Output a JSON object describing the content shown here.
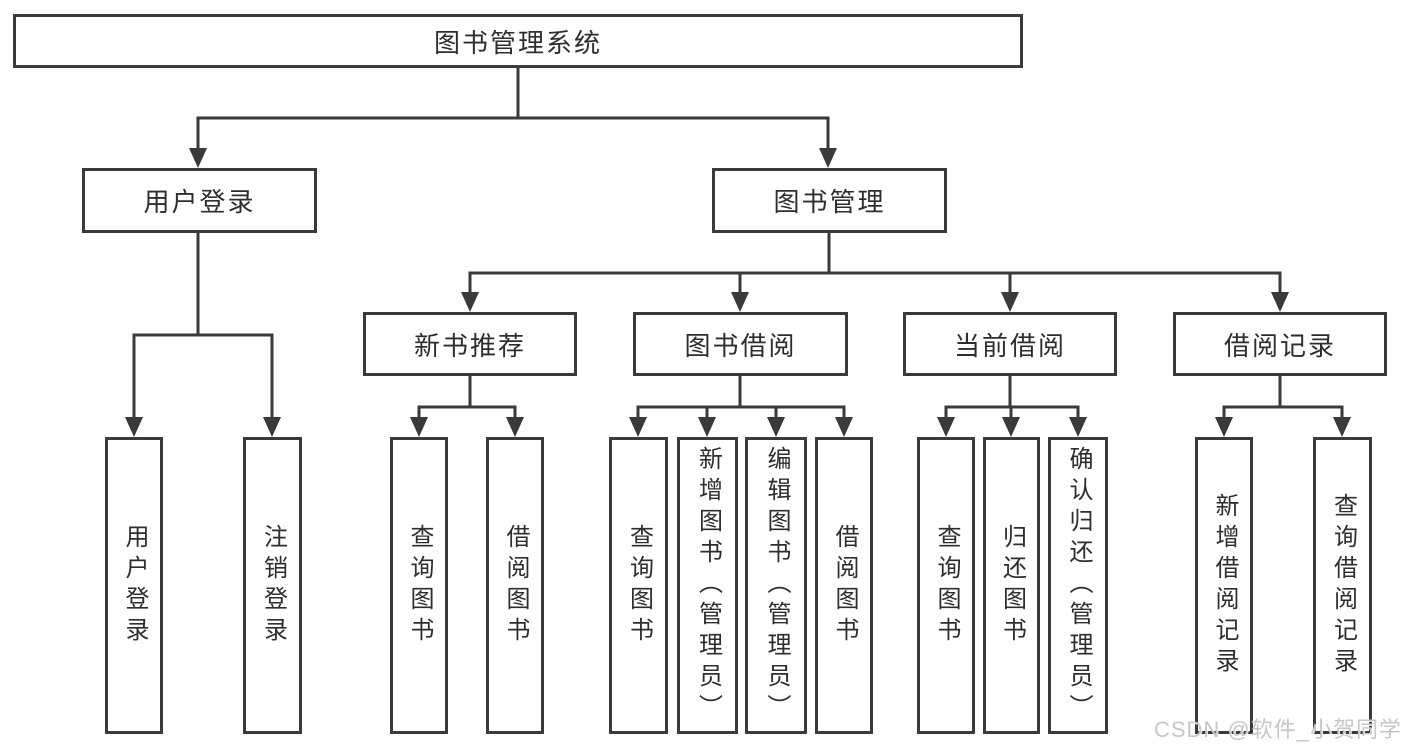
{
  "diagram": {
    "root": {
      "label": "图书管理系统"
    },
    "branches": [
      {
        "label": "用户登录",
        "children": [
          "用户登录",
          "注销登录"
        ]
      },
      {
        "label": "图书管理",
        "children": [
          {
            "label": "新书推荐",
            "children": [
              "查询图书",
              "借阅图书"
            ]
          },
          {
            "label": "图书借阅",
            "children": [
              "查询图书",
              "新增图书（管理员）",
              "编辑图书（管理员）",
              "借阅图书"
            ]
          },
          {
            "label": "当前借阅",
            "children": [
              "查询图书",
              "归还图书",
              "确认归还（管理员）"
            ]
          },
          {
            "label": "借阅记录",
            "children": [
              "新增借阅记录",
              "查询借阅记录"
            ]
          }
        ]
      }
    ]
  },
  "watermark": "CSDN @软件_小贺同学",
  "colors": {
    "line": "#3a3a3a",
    "text": "#2e2e2e",
    "watermark": "#c6c6c6",
    "background": "#ffffff"
  }
}
